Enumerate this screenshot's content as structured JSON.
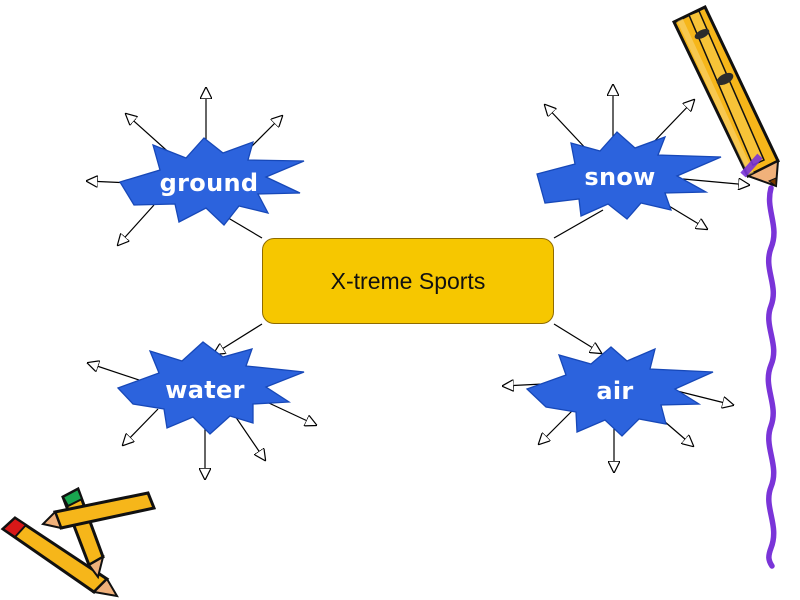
{
  "diagram": {
    "center": {
      "label": "X-treme Sports"
    },
    "nodes": [
      {
        "id": "ground",
        "label": "ground"
      },
      {
        "id": "snow",
        "label": "snow"
      },
      {
        "id": "water",
        "label": "water"
      },
      {
        "id": "air",
        "label": "air"
      }
    ]
  },
  "colors": {
    "center_fill": "#f6c700",
    "center_border": "#8f6b00",
    "burst_fill": "#2c63dd",
    "burst_stroke": "#1748b8",
    "burst_text": "#ffffff",
    "pencil_yellow": "#f6b61a",
    "pencil_dark": "#111111",
    "pencil_red": "#d81818",
    "pencil_green": "#19a64f",
    "wavy_line": "#7a34d8"
  },
  "decorations": {
    "icons": [
      "yellow-pencil-icon",
      "crossed-pencils-icon",
      "wavy-line-icon"
    ]
  }
}
